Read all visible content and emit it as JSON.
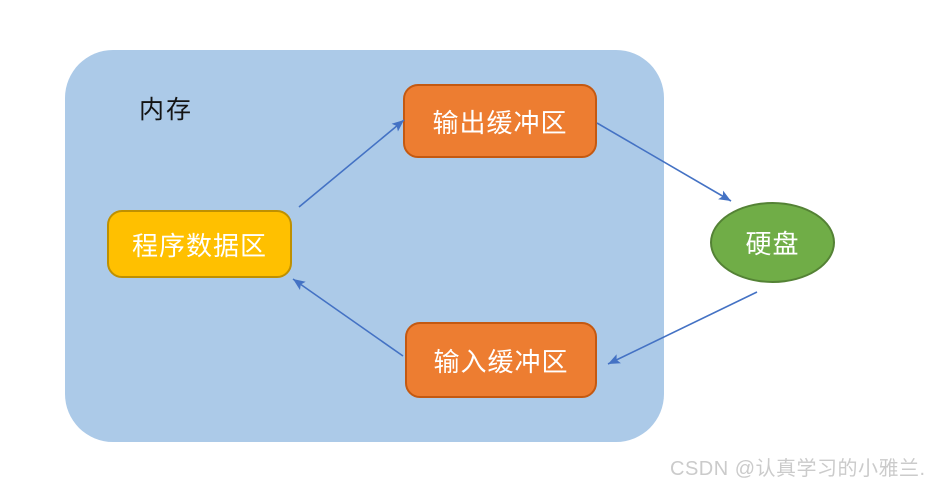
{
  "diagram": {
    "container": {
      "label": "内存"
    },
    "nodes": {
      "program_data": {
        "label": "程序数据区",
        "shape": "rounded-rect"
      },
      "output_buffer": {
        "label": "输出缓冲区",
        "shape": "rounded-rect"
      },
      "input_buffer": {
        "label": "输入缓冲区",
        "shape": "rounded-rect"
      },
      "disk": {
        "label": "硬盘",
        "shape": "ellipse"
      }
    },
    "edges": [
      {
        "from": "程序数据区",
        "to": "输出缓冲区"
      },
      {
        "from": "输出缓冲区",
        "to": "硬盘"
      },
      {
        "from": "硬盘",
        "to": "输入缓冲区"
      },
      {
        "from": "输入缓冲区",
        "to": "程序数据区"
      }
    ],
    "colors": {
      "container_fill": "#ACCAE8",
      "buffer_fill": "#ED7D31",
      "buffer_border": "#C45911",
      "program_fill": "#FFC000",
      "program_border": "#BF9000",
      "disk_fill": "#70AD47",
      "disk_border": "#548235",
      "arrow": "#4472C4",
      "node_text": "#FFFFFF",
      "container_label_text": "#141414",
      "watermark_text": "#CBCBCB"
    }
  },
  "watermark": {
    "text": "CSDN @认真学习的小雅兰."
  }
}
